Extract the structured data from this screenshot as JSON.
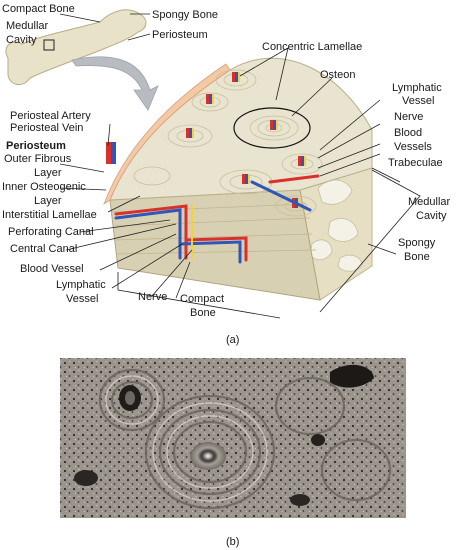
{
  "labels": {
    "compact_bone_top": "Compact Bone",
    "spongy_bone_top": "Spongy Bone",
    "medullar": "Medullar",
    "cavity": "Cavity",
    "periosteum_top": "Periosteum",
    "concentric_lamellae": "Concentric Lamellae",
    "osteon": "Osteon",
    "lymphatic": "Lymphatic",
    "vessel": "Vessel",
    "nerve_right": "Nerve",
    "blood": "Blood",
    "vessels": "Vessels",
    "trabeculae": "Trabeculae",
    "periosteal_artery": "Periosteal Artery",
    "periosteal_vein": "Periosteal Vein",
    "periosteum_bold": "Periosteum",
    "outer_fibrous": "Outer Fibrous",
    "layer1": "Layer",
    "inner_osteogenic": "Inner Osteogenic",
    "layer2": "Layer",
    "interstitial_lamellae": "Interstitial Lamellae",
    "perforating_canal": "Perforating Canal",
    "central_canal": "Central Canal",
    "blood_vessel": "Blood Vessel",
    "lymphatic_bottom": "Lymphatic",
    "vessel_bottom": "Vessel",
    "nerve_bottom": "Nerve",
    "compact_bottom1": "Compact",
    "compact_bottom2": "Bone",
    "medullar_right": "Medullar",
    "cavity_right": "Cavity",
    "spongy_right1": "Spongy",
    "spongy_right2": "Bone"
  },
  "captions": {
    "a": "(a)",
    "b": "(b)"
  },
  "colors": {
    "bone": "#e9e4cf",
    "bone_dark": "#cfc7a8",
    "periosteum": "#f3c9a6",
    "artery": "#d9302b",
    "vein": "#2f56b8",
    "nerve": "#f2d43a",
    "micrograph_bg": "#8a8580"
  }
}
